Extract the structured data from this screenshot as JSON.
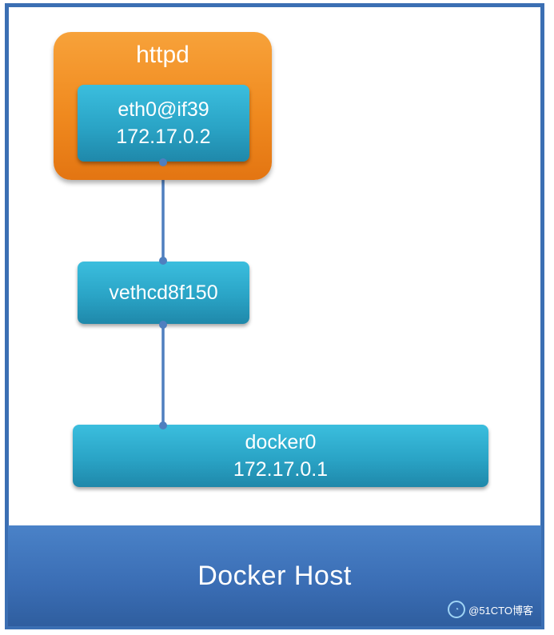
{
  "host": {
    "label": "Docker Host"
  },
  "container": {
    "label": "httpd"
  },
  "nodes": {
    "eth": {
      "line1": "eth0@if39",
      "line2": "172.17.0.2"
    },
    "veth": {
      "line1": "vethcd8f150"
    },
    "bridge": {
      "line1": "docker0",
      "line2": "172.17.0.1"
    }
  },
  "watermark": {
    "text": "@51CTO博客"
  },
  "colors": {
    "host_border": "#3b6fb3",
    "host_bar": "#3a6db4",
    "container": "#f08a1f",
    "node": "#2aa4c6",
    "link": "#4f7fbf"
  }
}
